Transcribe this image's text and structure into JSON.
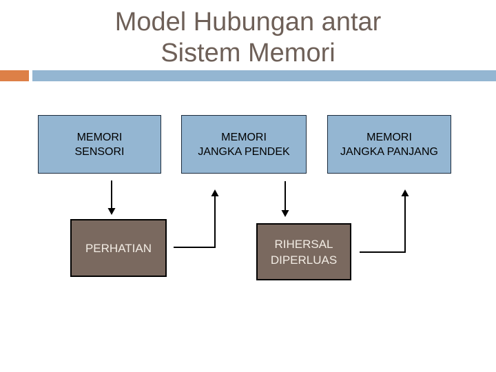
{
  "title": {
    "text": "Model Hubungan antar\nSistem Memori"
  },
  "accent_bars": {
    "orange_color": "#dd8047",
    "blue_color": "#94b6d2"
  },
  "diagram": {
    "memory_boxes": [
      {
        "label": "MEMORI\nSENSORI"
      },
      {
        "label": "MEMORI\nJANGKA PENDEK"
      },
      {
        "label": "MEMORI\nJANGKA PANJANG"
      }
    ],
    "process_boxes": [
      {
        "label": "PERHATIAN"
      },
      {
        "label": "RIHERSAL\nDIPERLUAS"
      }
    ],
    "connectors": [
      {
        "from": "memori-sensori",
        "to": "perhatian",
        "shape": "straight-down"
      },
      {
        "from": "memori-jangka-pendek",
        "to": "rihersal-diperluas",
        "shape": "straight-down"
      },
      {
        "from": "perhatian",
        "to": "memori-jangka-pendek",
        "shape": "elbow-right-up"
      },
      {
        "from": "rihersal-diperluas",
        "to": "memori-jangka-panjang",
        "shape": "elbow-right-up"
      }
    ],
    "box_fill_blue": "#94b6d2",
    "box_fill_brown": "#7a695f",
    "box_text_dark": "#000000",
    "box_text_light": "#f2ece4",
    "line_color": "#000000"
  },
  "title_color": "#6e6058"
}
